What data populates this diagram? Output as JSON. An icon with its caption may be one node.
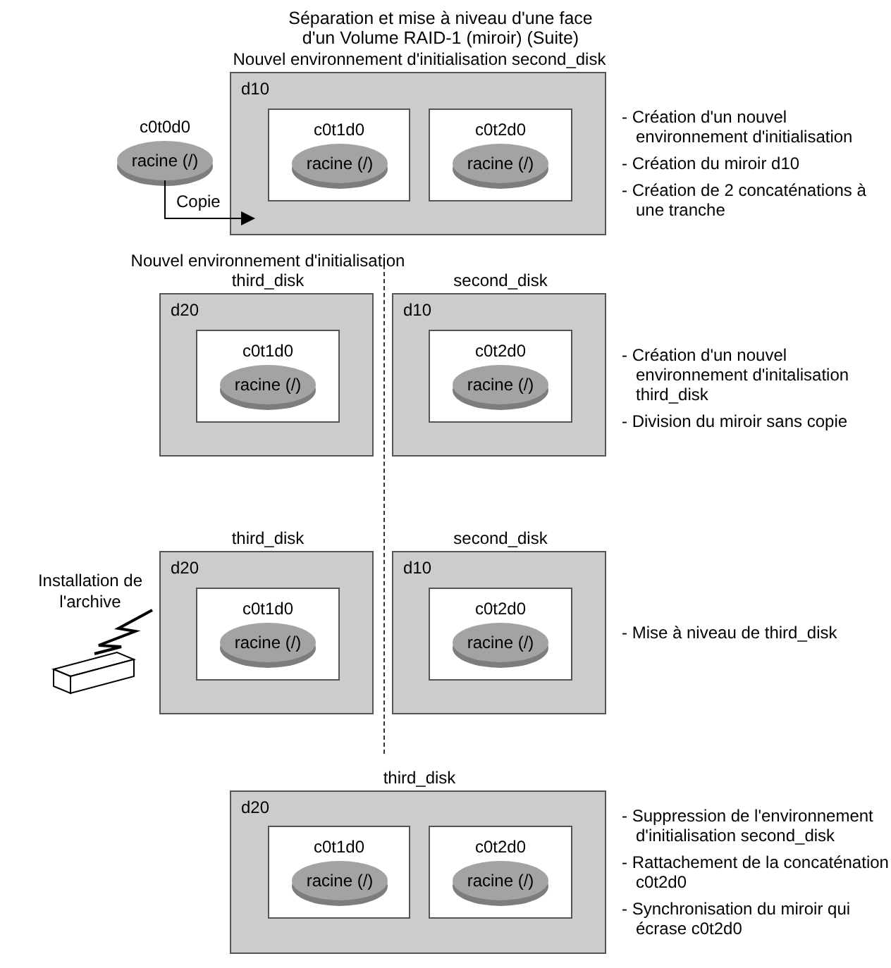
{
  "diagram": {
    "title": "Séparation et mise à niveau d'une face d'un Volume RAID-1 (miroir) (Suite)",
    "nodes": [
      {
        "text": [
          "Nouvel environnement d'initialisation second_disk",
          "d10"
        ],
        "beside": [
          "- Création d'un nouvel environnement d'initialisation",
          "- Création du miroir d10",
          "- Création de 2 concaténations à une tranche"
        ]
      },
      {
        "text": [
          "c0t1d0"
        ],
        "in": 0
      },
      {
        "text": [
          "racine (/)"
        ],
        "in": 1
      },
      {
        "text": [
          "c0t2d0"
        ],
        "in": 0
      },
      {
        "text": [
          "racine (/)"
        ],
        "in": 3
      },
      {
        "text": [
          "c0t0d0",
          "racine (/)"
        ]
      },
      {
        "text": [
          "Nouvel environnement d'initialisation third_disk",
          "d20"
        ]
      },
      {
        "text": [
          "c0t1d0"
        ],
        "in": 6
      },
      {
        "text": [
          "racine (/)"
        ],
        "in": 7
      },
      {
        "text": [
          "second_disk",
          "d10"
        ],
        "beside": [
          "- Création d'un nouvel environnement d'initalisation third_disk",
          "- Division du miroir sans copie"
        ]
      },
      {
        "text": [
          "c0t2d0"
        ],
        "in": 9
      },
      {
        "text": [
          "racine (/)"
        ],
        "in": 10
      },
      {
        "text": [
          "third_disk",
          "d20"
        ]
      },
      {
        "text": [
          "c0t1d0"
        ],
        "in": 12
      },
      {
        "text": [
          "racine (/)"
        ],
        "in": 13
      },
      {
        "text": [
          "second_disk",
          "d10"
        ],
        "beside": [
          "- Mise à niveau de third_disk"
        ]
      },
      {
        "text": [
          "c0t2d0"
        ],
        "in": 15
      },
      {
        "text": [
          "racine (/)"
        ],
        "in": 16
      },
      {
        "text": [
          "third_disk",
          "d20"
        ],
        "beside": [
          "- Suppression de l'environnement d'initialisation second_disk",
          "- Rattachement de la concaténation c0t2d0",
          "- Synchronisation du miroir qui écrase c0t2d0"
        ]
      },
      {
        "text": [
          "c0t1d0"
        ],
        "in": 18
      },
      {
        "text": [
          "racine (/)"
        ],
        "in": 19
      },
      {
        "text": [
          "c0t2d0"
        ],
        "in": 18
      },
      {
        "text": [
          "racine (/)"
        ],
        "in": 21
      }
    ],
    "edges": [
      {
        "from": 5,
        "to": 0,
        "arrow": "to",
        "label": "Copie"
      }
    ],
    "labels": [
      "Installation de l'archive"
    ]
  }
}
